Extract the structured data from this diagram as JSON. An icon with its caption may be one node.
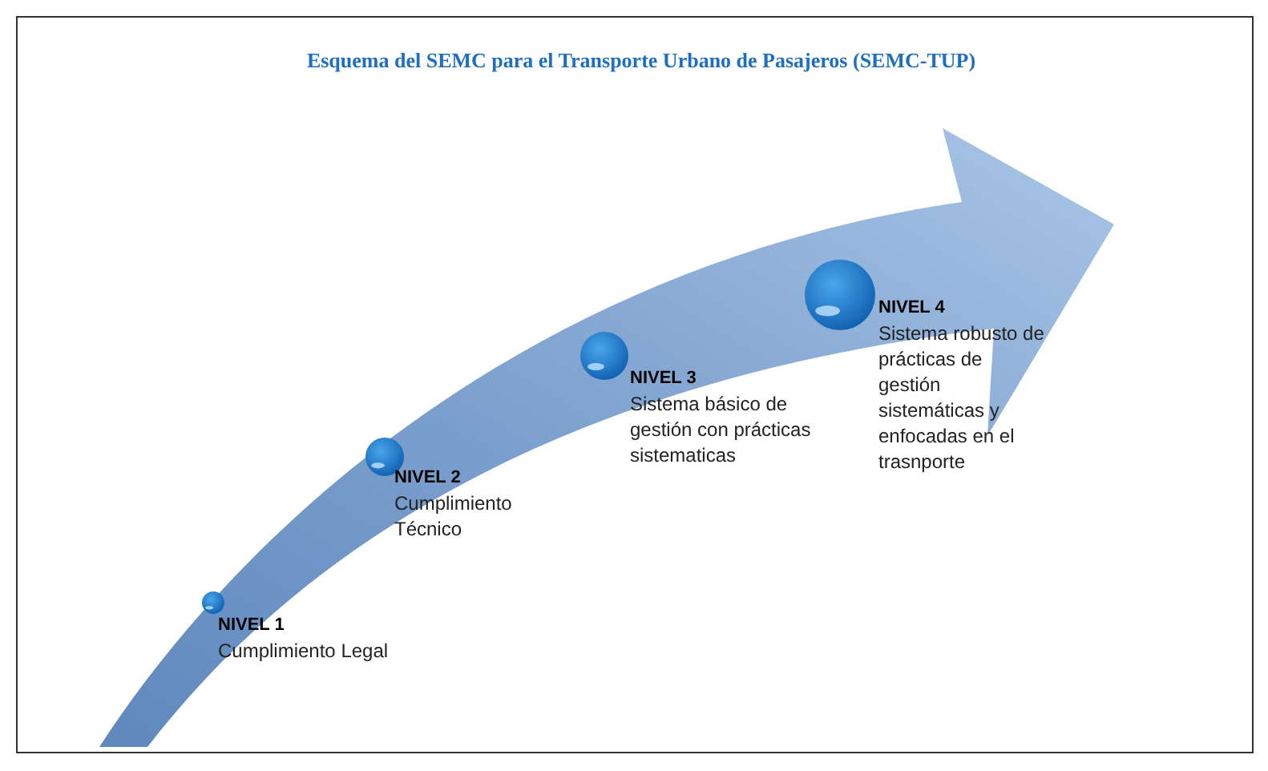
{
  "diagram": {
    "title": "Esquema del SEMC para el Transporte Urbano de Pasajeros (SEMC-TUP)",
    "nodes": [
      {
        "text": [
          "NIVEL 1",
          "Cumplimiento Legal"
        ]
      },
      {
        "text": [
          "NIVEL 2",
          "Cumplimiento Técnico"
        ]
      },
      {
        "text": [
          "NIVEL 3",
          "Sistema básico de gestión con prácticas sistematicas"
        ]
      },
      {
        "text": [
          "NIVEL 4",
          "Sistema robusto de prácticas de gestión sistemáticas y enfocadas en el trasnporte"
        ]
      }
    ]
  }
}
